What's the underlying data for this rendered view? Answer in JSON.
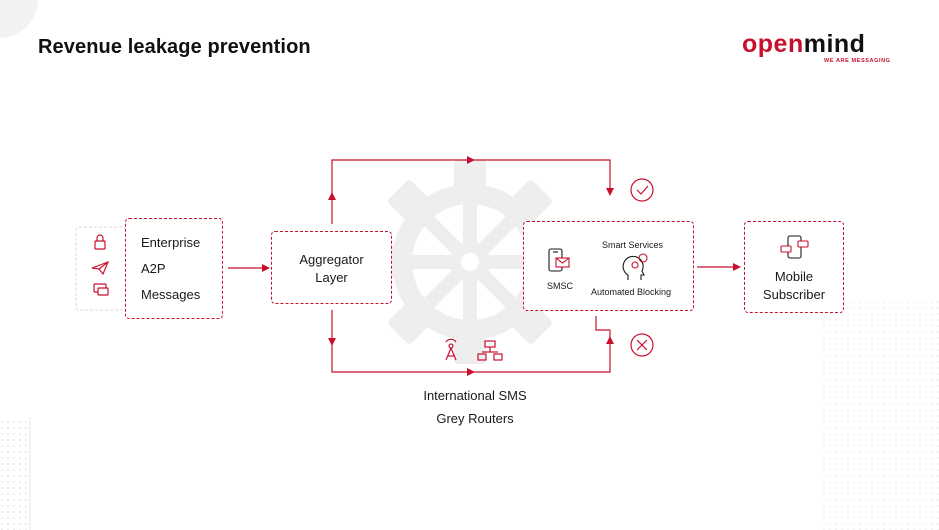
{
  "header": {
    "title": "Revenue leakage prevention",
    "logo_open": "open",
    "logo_mind": "mind",
    "logo_tagline": "WE ARE MESSAGING"
  },
  "enterprise": {
    "line1": "Enterprise",
    "line2": "A2P",
    "line3": "Messages"
  },
  "aggregator": {
    "line1": "Aggregator",
    "line2": "Layer"
  },
  "smsc_panel": {
    "smsc_label": "SMSC",
    "smart_services": "Smart Services",
    "automated_blocking": "Automated Blocking"
  },
  "subscriber": {
    "line1": "Mobile",
    "line2": "Subscriber"
  },
  "grey_route": {
    "line1": "International SMS",
    "line2": "Grey Routers"
  },
  "colors": {
    "accent": "#c8102e",
    "text": "#1a1a1a",
    "gear": "#eeeeee"
  },
  "icons": [
    "lock-icon",
    "paper-plane-icon",
    "chat-icon",
    "phone-icon",
    "mail-icon",
    "brain-head-icon",
    "antenna-tower-icon",
    "network-icon",
    "check-circle-icon",
    "cross-circle-icon",
    "phone-sms-icon"
  ]
}
